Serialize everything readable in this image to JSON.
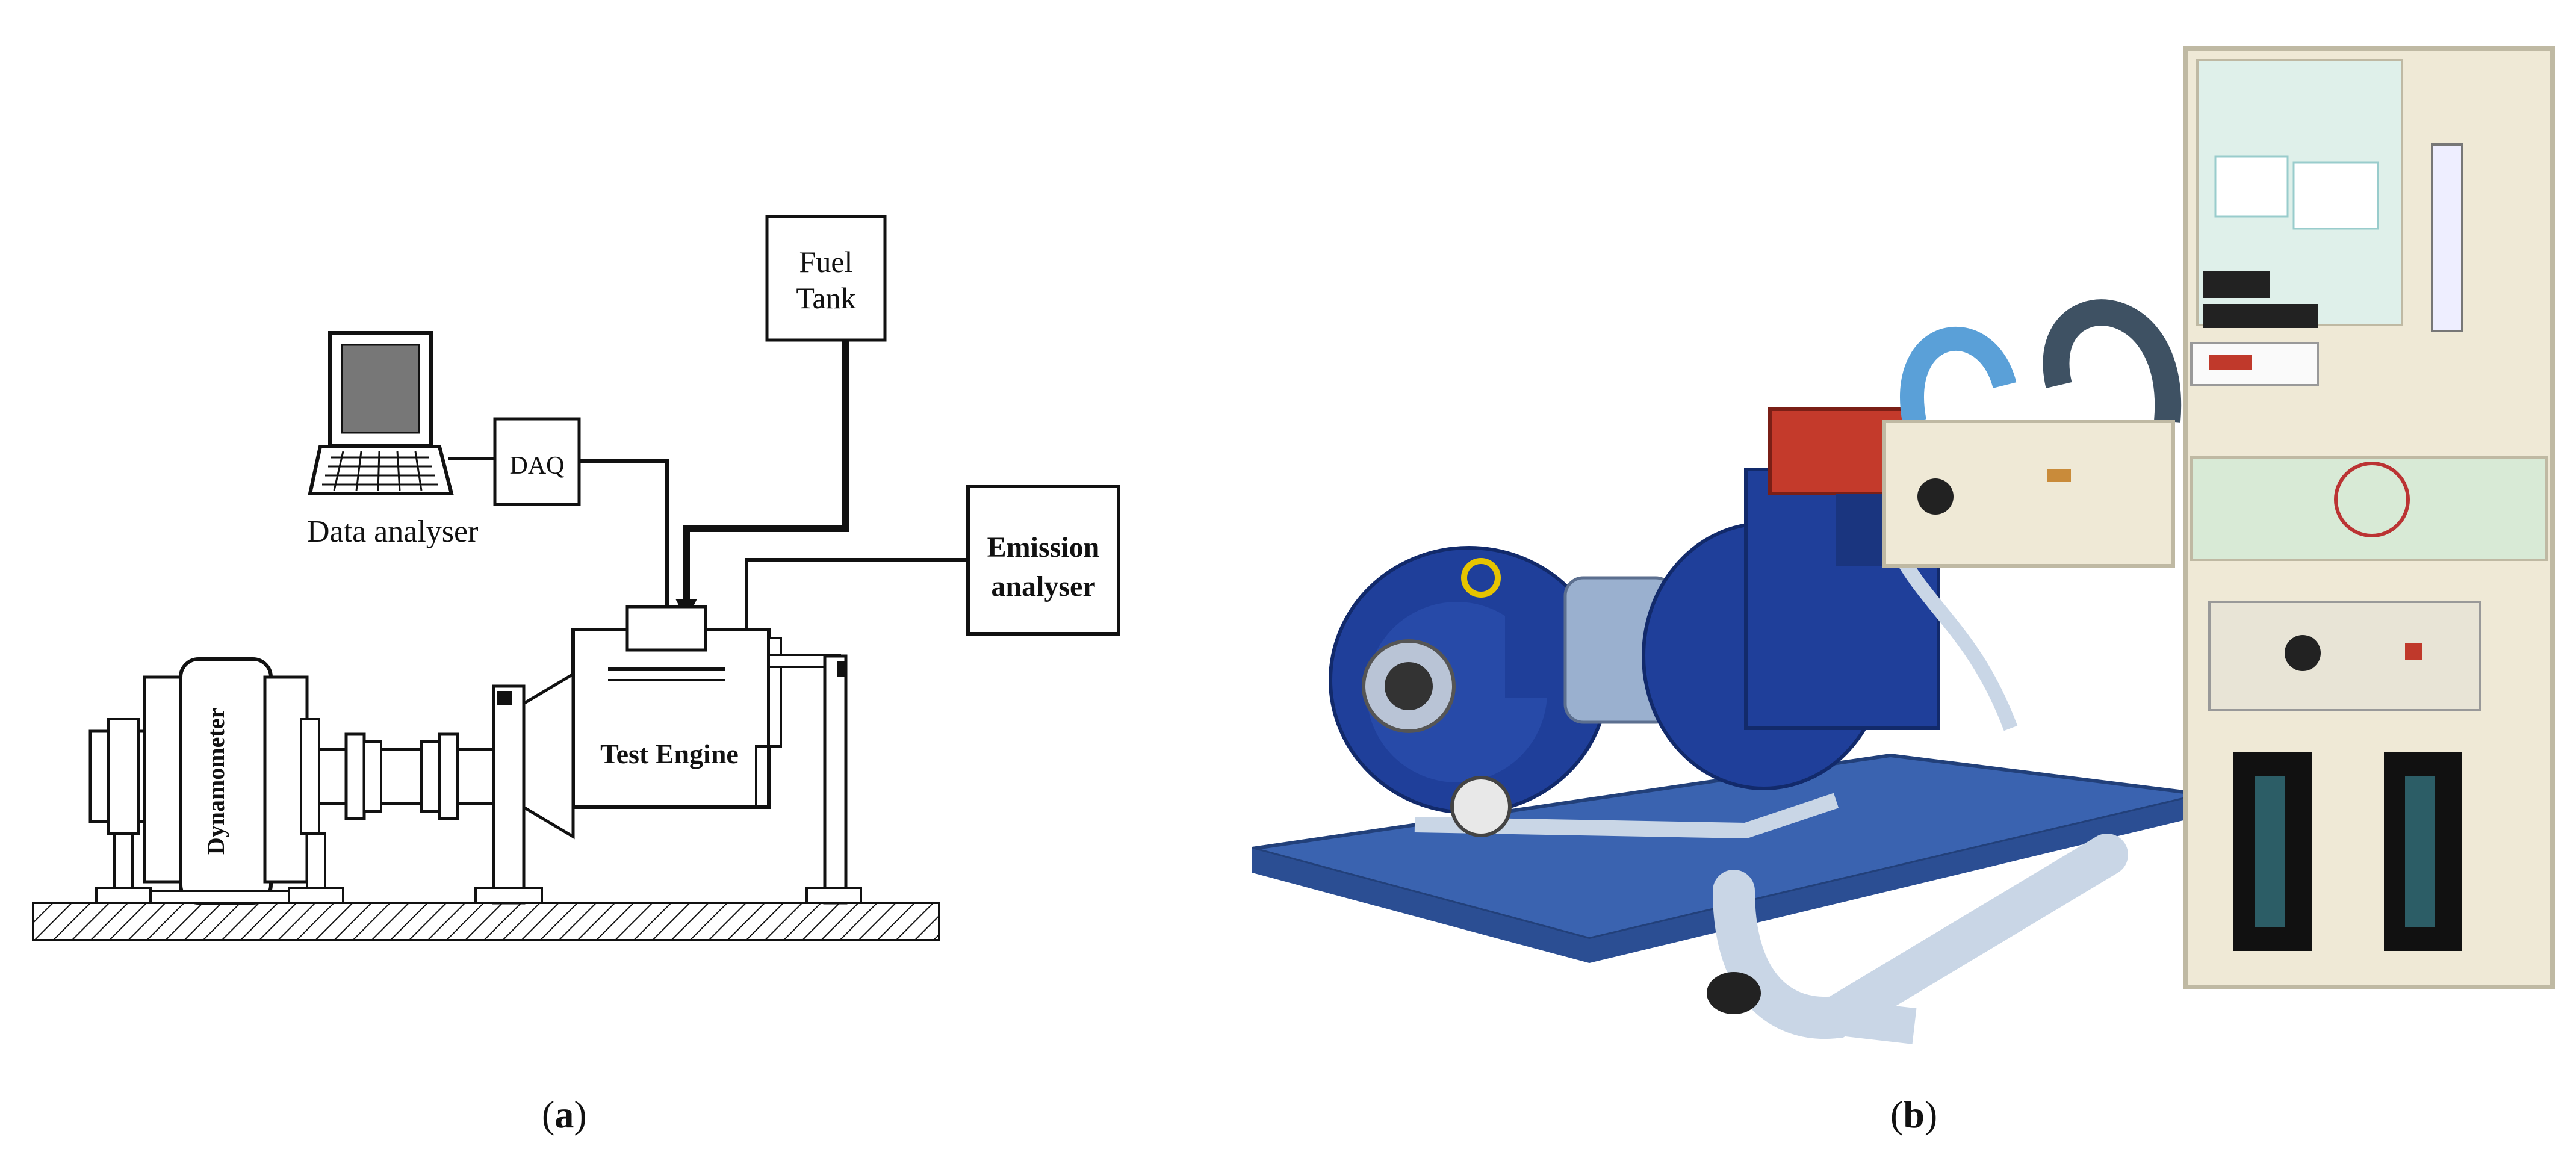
{
  "panel_a": {
    "caption_open": "(",
    "caption_letter": "a",
    "caption_close": ")",
    "labels": {
      "fuel_tank_line1": "Fuel",
      "fuel_tank_line2": "Tank",
      "daq": "DAQ",
      "data_analyser": "Data analyser",
      "emission_line1": "Emission",
      "emission_line2": "analyser",
      "test_engine": "Test Engine",
      "dynamometer": "Dynamometer"
    }
  },
  "panel_b": {
    "caption_open": "(",
    "caption_letter": "b",
    "caption_close": ")"
  },
  "colors": {
    "line": "#111111",
    "engine_blue": "#1f3f9a",
    "frame_blue": "#3a63b0",
    "cabinet": "#efe9d6",
    "cabinet_edge": "#bfb9a3",
    "red_head": "#c43a2b",
    "pipe": "#c9d6e6"
  }
}
